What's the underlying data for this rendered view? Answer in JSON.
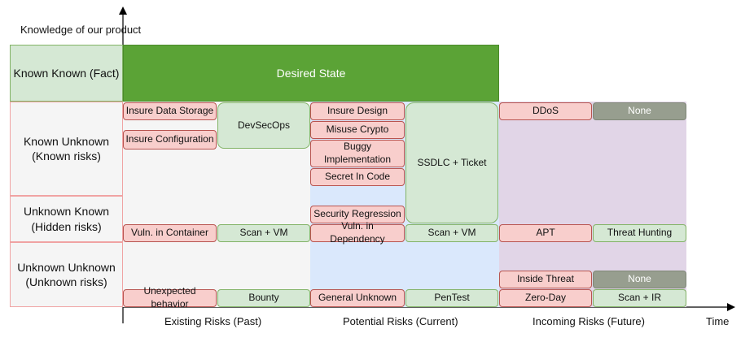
{
  "axes": {
    "y_label": "Knowledge of our product",
    "x_label": "Time"
  },
  "desired_state": "Desired State",
  "rows": {
    "known_known": "Known Known (Fact)",
    "known_unknown": [
      "Known Unknown",
      "(Known risks)"
    ],
    "unknown_known": [
      "Unknown Known",
      "(Hidden risks)"
    ],
    "unknown_unknown": [
      "Unknown Unknown",
      "(Unknown risks)"
    ]
  },
  "columns": {
    "past": "Existing Risks (Past)",
    "current": "Potential Risks (Current)",
    "future": "Incoming Risks (Future)"
  },
  "past": {
    "insure_data_storage": "Insure Data Storage",
    "insure_configuration": "Insure Configuration",
    "devsecops": "DevSecOps",
    "vuln_container": "Vuln. in Container",
    "scan_vm": "Scan + VM",
    "unexpected_behavior": "Unexpected behavior",
    "bounty": "Bounty"
  },
  "current": {
    "insure_design": "Insure Design",
    "misuse_crypto": "Misuse Crypto",
    "buggy_implementation": [
      "Buggy",
      "Implementation"
    ],
    "secret_in_code": "Secret In Code",
    "security_regression": "Security Regression",
    "sdlc_ticket": "SSDLC + Ticket",
    "vuln_dependency": "Vuln. in Dependency",
    "scan_vm": "Scan + VM",
    "general_unknown": "General Unknown",
    "pentest": "PenTest"
  },
  "future": {
    "ddos": "DDoS",
    "none_1": "None",
    "apt": "APT",
    "threat_hunting": "Threat Hunting",
    "inside_threat": "Inside Threat",
    "none_2": "None",
    "zero_day": "Zero-Day",
    "scan_ir": "Scan + IR"
  },
  "colors": {
    "desired_state": "#5ba336",
    "past_region": "#f5f5f5",
    "current_region": "#dae8fc",
    "future_region": "#e1d5e7",
    "risk_fill": "#f8cecc",
    "mitigation_fill": "#d5e8d4",
    "none_fill": "#979e8f"
  }
}
